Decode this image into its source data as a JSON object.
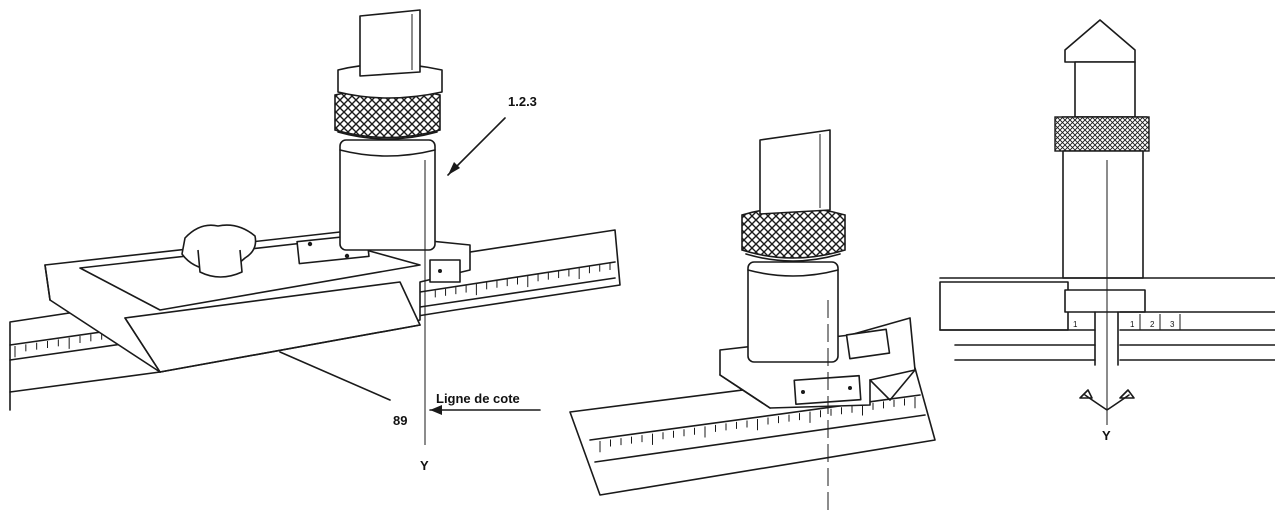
{
  "labels": {
    "item_ref": "1.2.3",
    "part_ref": "89",
    "dimension_line": "Ligne de cote",
    "axis_left": "Y",
    "axis_right": "Y"
  },
  "scale_numbers": [
    "1",
    "1",
    "2",
    "3"
  ],
  "colors": {
    "ink": "#1a1a1a",
    "paper": "#ffffff"
  }
}
